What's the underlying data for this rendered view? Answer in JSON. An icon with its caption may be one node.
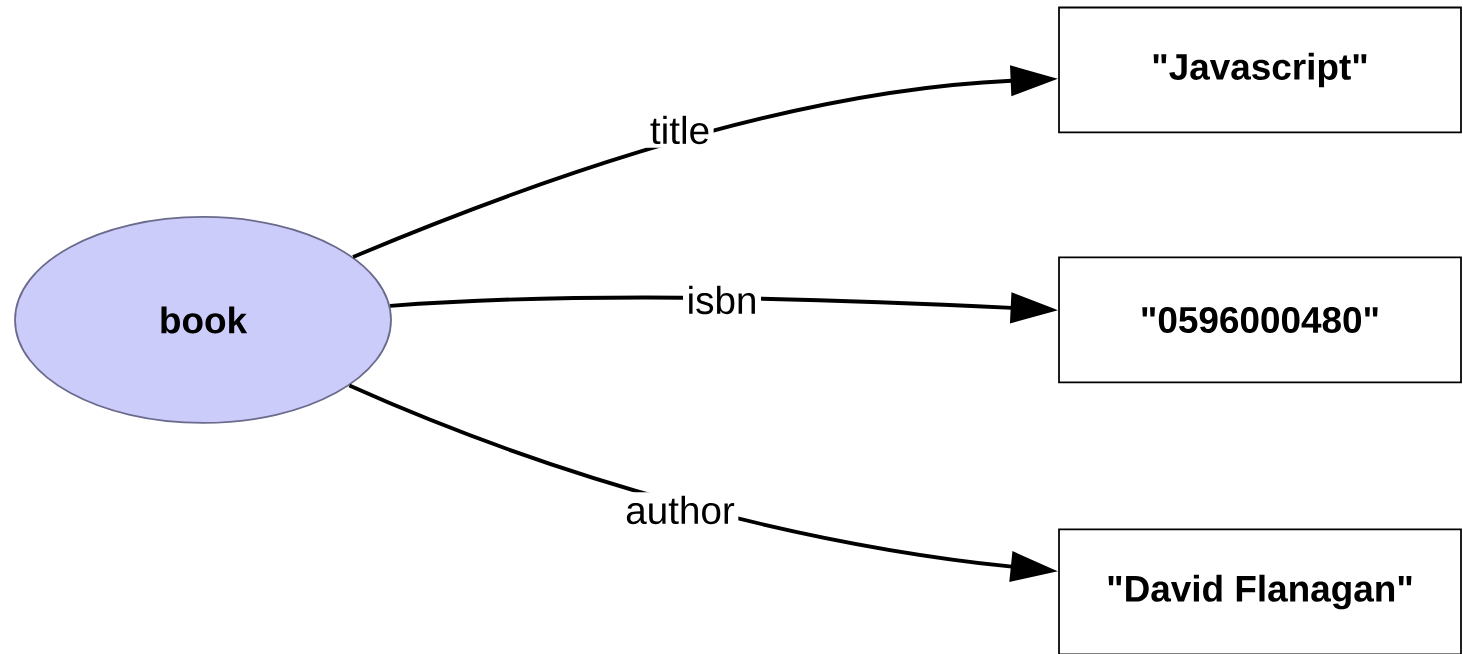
{
  "diagram": {
    "nodes": [
      {
        "text": [
          "book"
        ]
      },
      {
        "text": [
          "\"Javascript\""
        ]
      },
      {
        "text": [
          "\"0596000480\""
        ]
      },
      {
        "text": [
          "\"David Flanagan\""
        ]
      }
    ],
    "edges": [
      {
        "from": 0,
        "to": 1,
        "arrow": "to",
        "label": "title"
      },
      {
        "from": 0,
        "to": 2,
        "arrow": "to",
        "label": "isbn"
      },
      {
        "from": 0,
        "to": 3,
        "arrow": "to",
        "label": "author"
      }
    ]
  }
}
